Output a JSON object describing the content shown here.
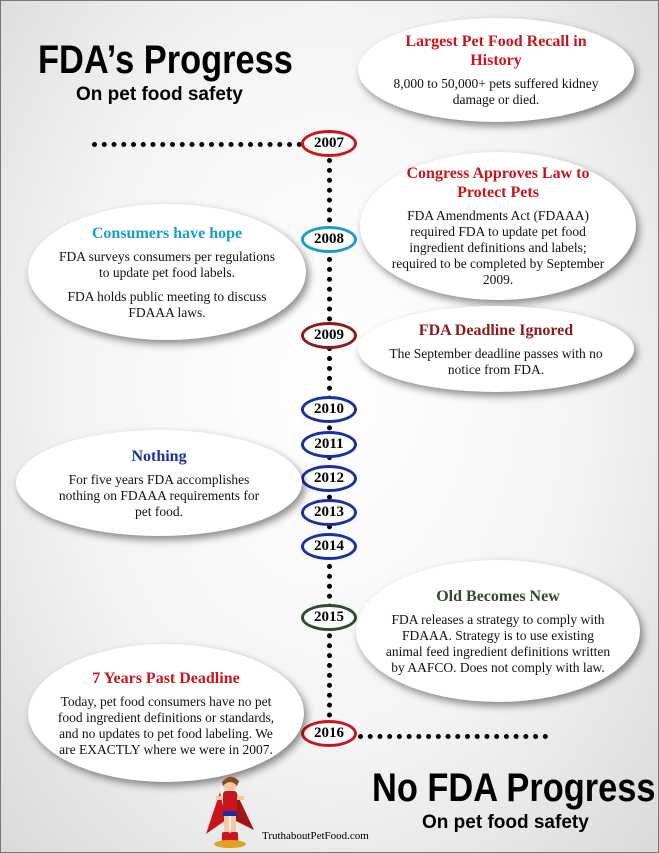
{
  "headline_top": "FDA’s Progress",
  "subhead_top": "On pet food safety",
  "headline_bottom": "No FDA Progress",
  "subhead_bottom": "On pet food safety",
  "years": [
    "2007",
    "2008",
    "2009",
    "2010",
    "2011",
    "2012",
    "2013",
    "2014",
    "2015",
    "2016"
  ],
  "year_colors": {
    "2007": "#c8171c",
    "2008": "#1a9ccc",
    "2009": "#8c1a1a",
    "2010": "#1b2fa5",
    "2011": "#1b2fa5",
    "2012": "#1b2fa5",
    "2013": "#1b2fa5",
    "2014": "#1b2fa5",
    "2015": "#2f4a2f",
    "2016": "#c8171c"
  },
  "events": {
    "recall": {
      "title": "Largest Pet Food Recall in History",
      "text": "8,000 to 50,000+ pets suffered kidney damage or died."
    },
    "congress": {
      "title": "Congress Approves Law to Protect Pets",
      "text": "FDA Amendments Act (FDAAA) required FDA to update pet food ingredient definitions and labels; required to be completed by September 2009."
    },
    "hope": {
      "title": "Consumers have hope",
      "text1": "FDA surveys consumers per regulations to update pet food labels.",
      "text2": "FDA holds public meeting to discuss FDAAA laws."
    },
    "deadline": {
      "title": "FDA Deadline Ignored",
      "text": "The September deadline passes with no notice from FDA."
    },
    "nothing": {
      "title": "Nothing",
      "text": "For five years FDA accomplishes nothing on FDAAA requirements for pet food."
    },
    "oldnew": {
      "title": "Old Becomes New",
      "text": "FDA releases a strategy to comply with FDAAA. Strategy is to use existing animal feed ingredient definitions written by AAFCO. Does not comply with law."
    },
    "past": {
      "title": "7 Years Past Deadline",
      "text": "Today, pet food consumers have no pet food ingredient definitions or standards, and no updates to pet food labeling. We are EXACTLY where we were in 2007."
    }
  },
  "logo_text": "TruthaboutPetFood.com",
  "logo_icon": "superhero-mascot-icon"
}
